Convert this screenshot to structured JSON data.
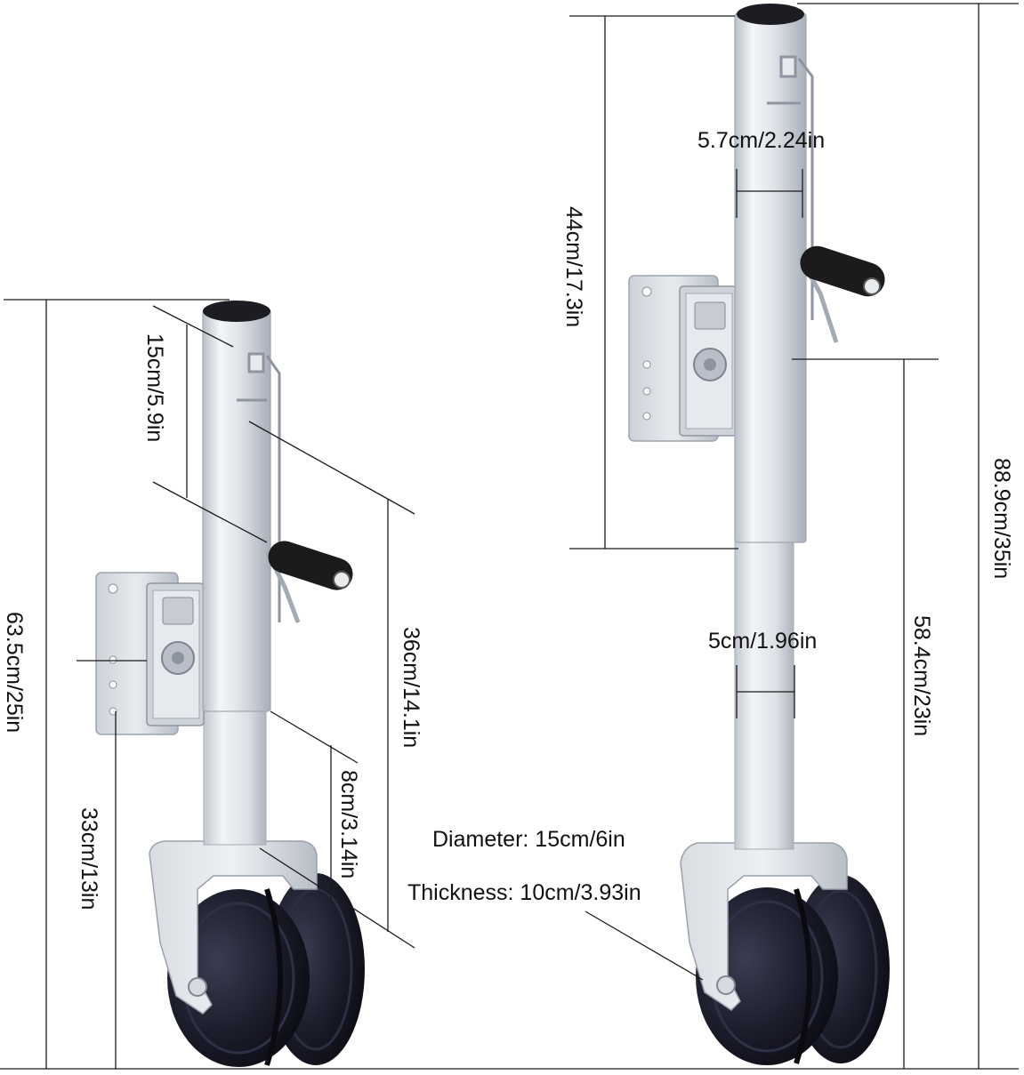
{
  "measurements": {
    "small_jack": {
      "overall_height": "63.5cm/25in",
      "top_section": "15cm/5.9in",
      "tube_length": "36cm/14.1in",
      "lower_tube": "8cm/3.14in",
      "mount_height": "33cm/13in"
    },
    "large_jack": {
      "overall_height": "88.9cm/35in",
      "upper_tube": "44cm/17.3in",
      "mount_height": "58.4cm/23in",
      "outer_tube_width": "5.7cm/2.24in",
      "inner_tube_width": "5cm/1.96in"
    },
    "wheel": {
      "diameter": "Diameter: 15cm/6in",
      "thickness": "Thickness: 10cm/3.93in"
    }
  },
  "colors": {
    "metal_light": "#eef0f3",
    "metal_mid": "#c9ced6",
    "metal_dark": "#8f96a1",
    "wheel": "#141521",
    "wheel_highlight": "#3a3d52",
    "handle": "#1b1b1b",
    "line": "#1a1a1a"
  }
}
